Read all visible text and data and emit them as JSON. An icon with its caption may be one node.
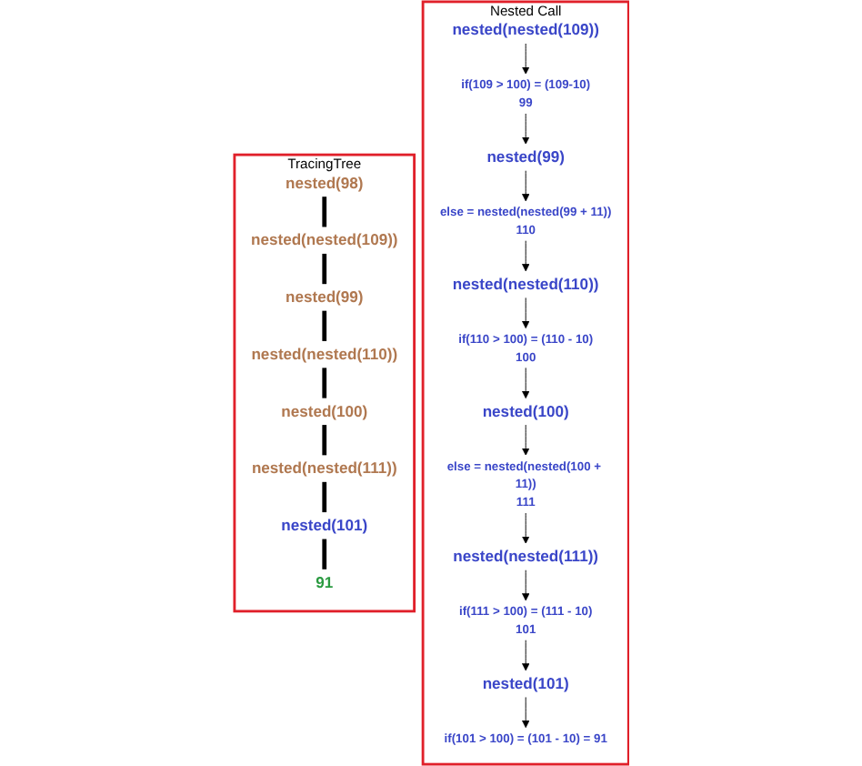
{
  "diagram": {
    "nodes": [
      {
        "text": [
          "TracingTree"
        ]
      },
      {
        "text": [
          "nested(98)"
        ],
        "in": 0
      },
      {
        "text": [
          "nested(nested(109))"
        ],
        "in": 0
      },
      {
        "text": [
          "nested(99)"
        ],
        "in": 0
      },
      {
        "text": [
          "nested(nested(110))"
        ],
        "in": 0
      },
      {
        "text": [
          "nested(100)"
        ],
        "in": 0
      },
      {
        "text": [
          "nested(nested(111))"
        ],
        "in": 0
      },
      {
        "text": [
          "nested(101)"
        ],
        "in": 0
      },
      {
        "text": [
          "91"
        ],
        "in": 0
      },
      {
        "text": [
          "Nested Call"
        ]
      },
      {
        "text": [
          "nested(nested(109))"
        ],
        "in": 9
      },
      {
        "text": [
          "if(109 > 100) = (109-10)"
        ],
        "beside": [
          "99"
        ],
        "in": 9
      },
      {
        "text": [
          "nested(99)"
        ],
        "in": 9
      },
      {
        "text": [
          "else = nested(nested(99 + 11))"
        ],
        "beside": [
          "110"
        ],
        "in": 9
      },
      {
        "text": [
          "nested(nested(110))"
        ],
        "in": 9
      },
      {
        "text": [
          "if(110 > 100) = (110 - 10)"
        ],
        "beside": [
          "100"
        ],
        "in": 9
      },
      {
        "text": [
          "nested(100)"
        ],
        "in": 9
      },
      {
        "text": [
          "else = nested(nested(100 + 11))"
        ],
        "beside": [
          "111"
        ],
        "in": 9
      },
      {
        "text": [
          "nested(nested(111))"
        ],
        "in": 9
      },
      {
        "text": [
          "if(111 > 100) = (111 - 10)"
        ],
        "beside": [
          "101"
        ],
        "in": 9
      },
      {
        "text": [
          "nested(101)"
        ],
        "in": 9
      },
      {
        "text": [
          "if(101 > 100) = (101 - 10) = 91"
        ],
        "in": 9
      }
    ],
    "edges": [
      {
        "from": 1,
        "to": 2,
        "arrow": "none",
        "style": "thick"
      },
      {
        "from": 2,
        "to": 3,
        "arrow": "none",
        "style": "thick"
      },
      {
        "from": 3,
        "to": 4,
        "arrow": "none",
        "style": "thick"
      },
      {
        "from": 4,
        "to": 5,
        "arrow": "none",
        "style": "thick"
      },
      {
        "from": 5,
        "to": 6,
        "arrow": "none",
        "style": "thick"
      },
      {
        "from": 6,
        "to": 7,
        "arrow": "none",
        "style": "thick"
      },
      {
        "from": 7,
        "to": 8,
        "arrow": "none",
        "style": "thick"
      },
      {
        "from": 10,
        "to": 11,
        "arrow": "to"
      },
      {
        "from": 11,
        "to": 12,
        "arrow": "to"
      },
      {
        "from": 12,
        "to": 13,
        "arrow": "to"
      },
      {
        "from": 13,
        "to": 14,
        "arrow": "to"
      },
      {
        "from": 14,
        "to": 15,
        "arrow": "to"
      },
      {
        "from": 15,
        "to": 16,
        "arrow": "to"
      },
      {
        "from": 16,
        "to": 17,
        "arrow": "to"
      },
      {
        "from": 17,
        "to": 18,
        "arrow": "to"
      },
      {
        "from": 18,
        "to": 19,
        "arrow": "to"
      },
      {
        "from": 19,
        "to": 20,
        "arrow": "to"
      },
      {
        "from": 20,
        "to": 21,
        "arrow": "to"
      }
    ]
  }
}
